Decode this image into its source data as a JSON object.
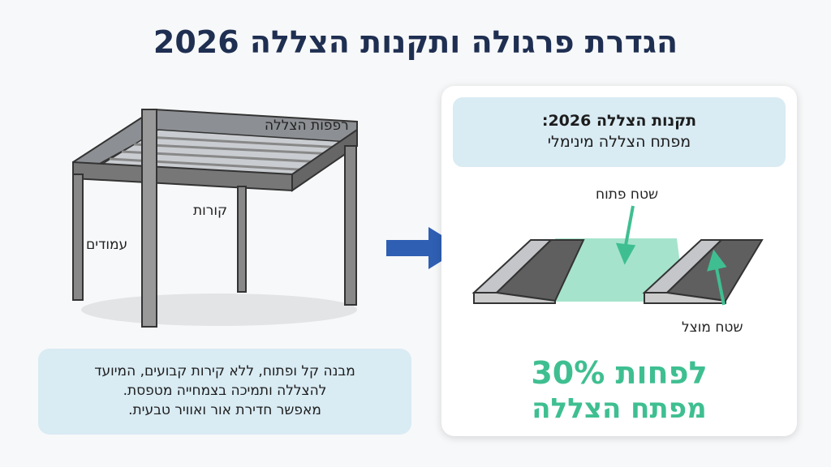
{
  "title": "הגדרת פרגולה ותקנות הצללה 2026",
  "pergola": {
    "labels": {
      "slats": "רפפות הצללה",
      "beams": "קורות",
      "posts": "עמודים"
    }
  },
  "description": {
    "lines": [
      "מבנה קל ופתוח, ללא קירות קבועים, המיועד",
      "להצללה ותמיכה בצמחייה מטפסת.",
      "מאפשר חדירת אור ואוויר טבעית."
    ]
  },
  "regulation": {
    "heading": "תקנות הצללה 2026:",
    "subheading": "מפתח הצללה מינימלי",
    "open_area": "שטח פתוח",
    "shaded_area": "שטח מוצל",
    "percent_line": "לפחות 30%",
    "key_line": "מפתח הצללה"
  },
  "colors": {
    "title": "#1f2f52",
    "accent": "#3fbf91",
    "arrow": "#2f5fb3",
    "panel": "#d9ebf3"
  }
}
